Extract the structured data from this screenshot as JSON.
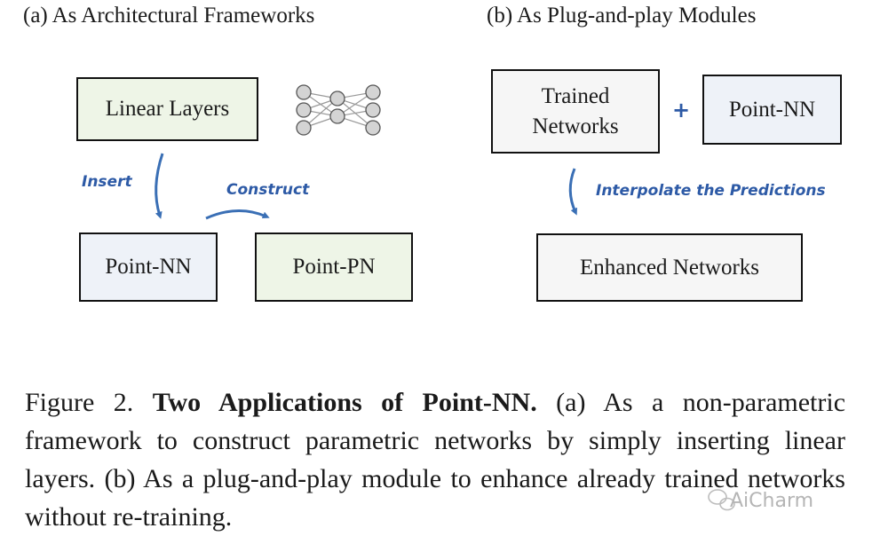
{
  "panel_a": {
    "title": "(a) As Architectural Frameworks",
    "linear_layers": "Linear Layers",
    "point_nn": "Point-NN",
    "point_pn": "Point-PN",
    "insert_label": "Insert",
    "construct_label": "Construct"
  },
  "panel_b": {
    "title": "(b) As Plug-and-play Modules",
    "trained_networks_line1": "Trained",
    "trained_networks_line2": "Networks",
    "plus": "+",
    "point_nn": "Point-NN",
    "interpolate_label": "Interpolate the Predictions",
    "enhanced_networks": "Enhanced Networks"
  },
  "caption": {
    "figure_label": "Figure 2.",
    "bold_title": "Two Applications of Point-NN.",
    "body": "(a) As a non-parametric framework to construct parametric networks by simply inserting linear layers.  (b) As a plug-and-play module to enhance already trained networks without re-training."
  },
  "watermark": {
    "text": "AiCharm",
    "icon": "wechat-icon"
  },
  "colors": {
    "arrow": "#3a6fb5",
    "label": "#2d5aa6",
    "green_fill": "#eef5e7",
    "blue_fill": "#eef2f8"
  }
}
